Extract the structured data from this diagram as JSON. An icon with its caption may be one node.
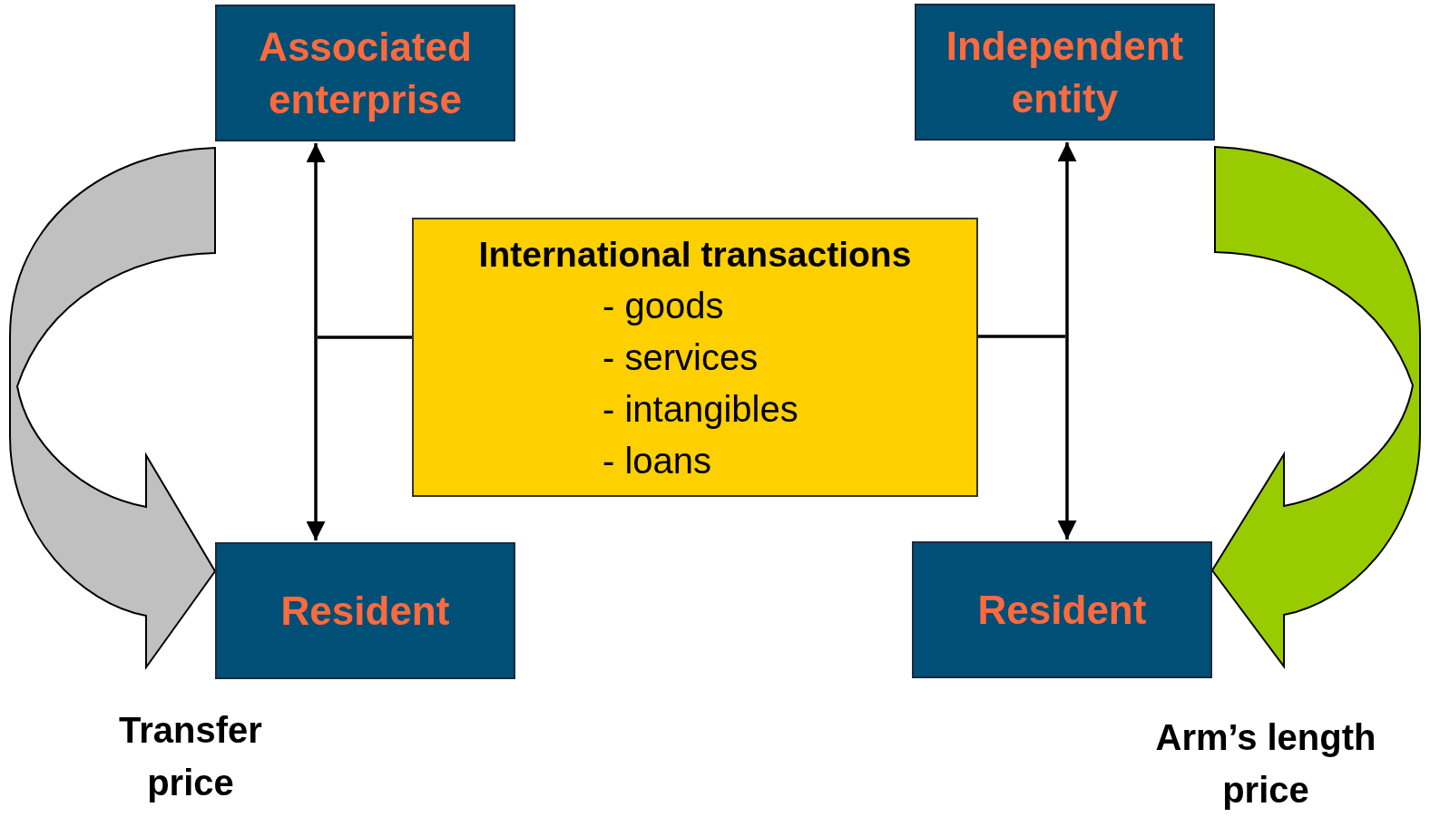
{
  "diagram": {
    "nodes": [
      {
        "text": [
          "Associated enterprise"
        ]
      },
      {
        "text": [
          "Independent entity"
        ]
      },
      {
        "text": [
          "International transactions",
          "- goods",
          "- services",
          "- intangibles",
          "- loans"
        ]
      },
      {
        "text": [
          "Resident"
        ]
      },
      {
        "text": [
          "Resident"
        ]
      }
    ],
    "edges": [
      {
        "from": 0,
        "to": 3,
        "arrow": "both"
      },
      {
        "from": 1,
        "to": 4,
        "arrow": "both"
      },
      {
        "from": 2,
        "to": null,
        "arrow": "none"
      },
      {
        "from": 2,
        "to": null,
        "arrow": "none"
      },
      {
        "from": 0,
        "to": 3,
        "arrow": "to",
        "style": "thick",
        "color": "#c0c0c0"
      },
      {
        "from": 1,
        "to": 4,
        "arrow": "to",
        "style": "thick",
        "color": "#99cc00"
      }
    ],
    "labels": [
      "Transfer price",
      "Arm’s length price"
    ]
  }
}
